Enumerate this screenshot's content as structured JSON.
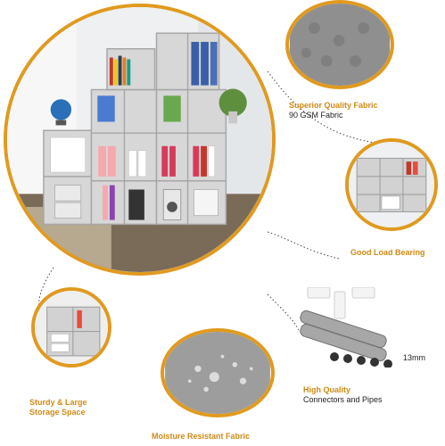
{
  "features": {
    "fabric": {
      "title": "Superior Quality Fabric",
      "subtitle": "90 GSM Fabric"
    },
    "load": {
      "title": "Good Load Bearing"
    },
    "connectors": {
      "title": "High Quality",
      "subtitle": "Connectors and Pipes",
      "dimension": "13mm"
    },
    "storage": {
      "title_line1": "Sturdy & Large",
      "title_line2": "Storage Space"
    },
    "moisture": {
      "title": "Moisture Resistant Fabric"
    }
  },
  "colors": {
    "accent": "#e09a1f",
    "shelf_frame": "#b9b9b9",
    "fabric": "#9a9a9a"
  }
}
